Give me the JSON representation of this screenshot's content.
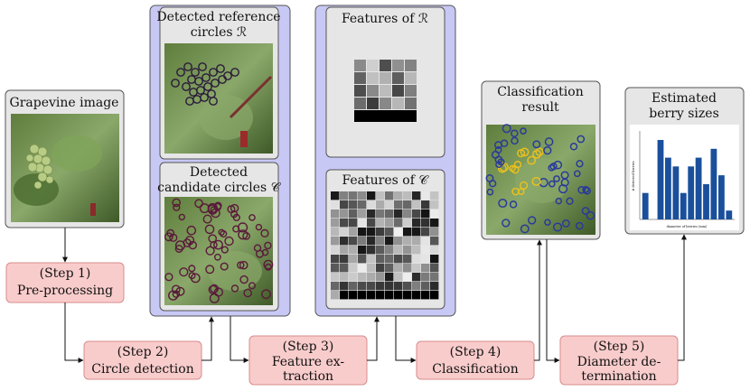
{
  "panels": {
    "grapevine": {
      "title": "Grapevine image"
    },
    "detected_reference": {
      "title_line1": "Detected reference",
      "title_line2": "circles ℛ"
    },
    "detected_candidate": {
      "title_line1": "Detected",
      "title_line2": "candidate circles 𝒞"
    },
    "features_r": {
      "title": "Features of ℛ"
    },
    "features_c": {
      "title": "Features of 𝒞"
    },
    "classification": {
      "title_line1": "Classification",
      "title_line2": "result"
    },
    "estimated": {
      "title_line1": "Estimated",
      "title_line2": "berry sizes"
    }
  },
  "steps": [
    {
      "line1": "(Step 1)",
      "line2": "Pre-processing"
    },
    {
      "line1": "(Step 2)",
      "line2": "Circle detection"
    },
    {
      "line1": "(Step 3)",
      "line2": "Feature ex-",
      "line3": "traction"
    },
    {
      "line1": "(Step 4)",
      "line2": "Classification"
    },
    {
      "line1": "(Step 5)",
      "line2": "Diameter de-",
      "line3": "termination"
    }
  ],
  "chart_data": {
    "type": "bar",
    "title": "",
    "xlabel": "diameter of berries (mm)",
    "ylabel": "# detected berries",
    "values": [
      3,
      0,
      9,
      7,
      6,
      3,
      6,
      7,
      4,
      8,
      5,
      1
    ]
  },
  "colors": {
    "panel_bg": "#e6e6e6",
    "group_bg": "#c8c8f5",
    "step_bg": "#f9cccc",
    "step_border": "#d98c8c",
    "bar": "#1a4f9c"
  }
}
